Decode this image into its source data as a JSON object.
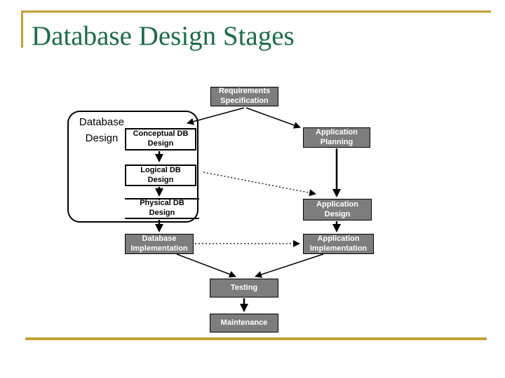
{
  "slide": {
    "title": "Database Design Stages",
    "colors": {
      "accent_gold": "#c2a136",
      "title_green": "#1e6b48",
      "node_fill_gray": "#7d7d7d",
      "node_border": "#000000",
      "node_text_on_gray": "#ffffff",
      "node_text_on_white": "#000000"
    }
  },
  "diagram": {
    "group_label": "Database Design",
    "nodes": {
      "requirements": "Requirements Specification",
      "conceptual": "Conceptual DB Design",
      "logical": "Logical DB Design",
      "physical": "Physical DB Design",
      "db_impl": "Database Implementation",
      "app_planning": "Application Planning",
      "app_design": "Application Design",
      "app_impl": "Application Implementation",
      "testing": "Testing",
      "maintenance": "Maintenance"
    },
    "edges": [
      {
        "from": "requirements",
        "to": "database_design_group",
        "style": "solid"
      },
      {
        "from": "requirements",
        "to": "app_planning",
        "style": "solid"
      },
      {
        "from": "conceptual",
        "to": "logical",
        "style": "solid"
      },
      {
        "from": "logical",
        "to": "physical",
        "style": "solid"
      },
      {
        "from": "physical",
        "to": "db_impl",
        "style": "solid"
      },
      {
        "from": "app_planning",
        "to": "app_design",
        "style": "solid"
      },
      {
        "from": "logical",
        "to": "app_design",
        "style": "dotted"
      },
      {
        "from": "app_design",
        "to": "app_impl",
        "style": "solid"
      },
      {
        "from": "db_impl",
        "to": "app_impl",
        "style": "dotted"
      },
      {
        "from": "db_impl",
        "to": "testing",
        "style": "solid"
      },
      {
        "from": "app_impl",
        "to": "testing",
        "style": "solid"
      },
      {
        "from": "testing",
        "to": "maintenance",
        "style": "solid"
      }
    ]
  }
}
